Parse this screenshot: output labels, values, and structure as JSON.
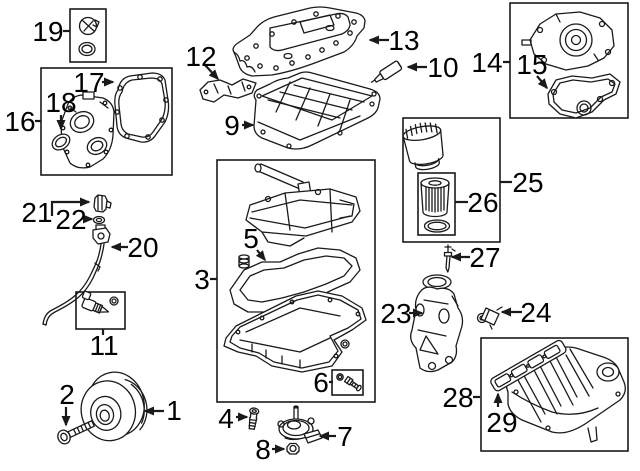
{
  "colors": {
    "line": "#1a1a1a",
    "label_text": "#000000",
    "background": "#ffffff"
  },
  "callouts": [
    {
      "label": "1"
    },
    {
      "label": "2"
    },
    {
      "label": "3"
    },
    {
      "label": "4"
    },
    {
      "label": "5"
    },
    {
      "label": "6"
    },
    {
      "label": "7"
    },
    {
      "label": "8"
    },
    {
      "label": "9"
    },
    {
      "label": "10"
    },
    {
      "label": "11"
    },
    {
      "label": "12"
    },
    {
      "label": "13"
    },
    {
      "label": "14"
    },
    {
      "label": "15"
    },
    {
      "label": "16"
    },
    {
      "label": "17"
    },
    {
      "label": "18"
    },
    {
      "label": "19"
    },
    {
      "label": "20"
    },
    {
      "label": "21"
    },
    {
      "label": "22"
    },
    {
      "label": "23"
    },
    {
      "label": "24"
    },
    {
      "label": "25"
    },
    {
      "label": "26"
    },
    {
      "label": "27"
    },
    {
      "label": "28"
    },
    {
      "label": "29"
    }
  ]
}
